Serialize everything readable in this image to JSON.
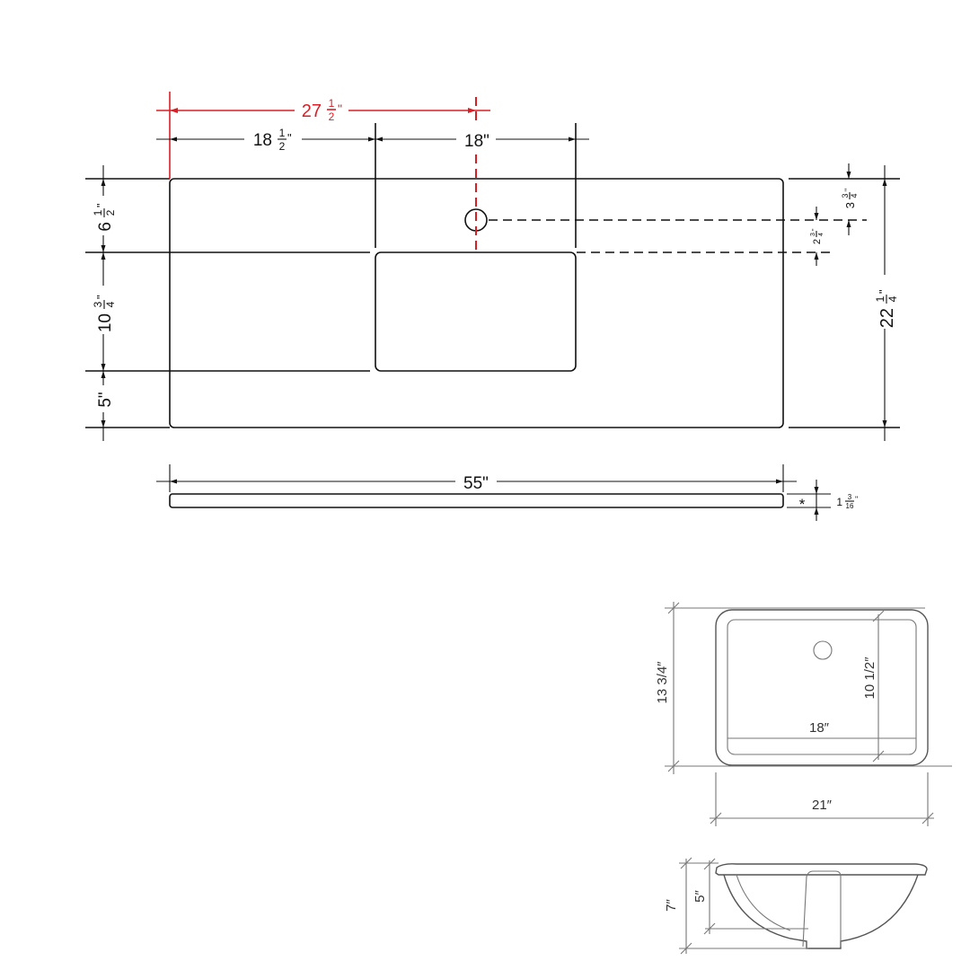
{
  "countertop": {
    "dims": {
      "sink_center": {
        "whole": "27",
        "num": "1",
        "den": "2",
        "unit": "\""
      },
      "left_to_sink": {
        "whole": "18",
        "num": "1",
        "den": "2",
        "unit": "\""
      },
      "sink_width": "18\"",
      "back_to_sink": {
        "whole": "6",
        "num": "1",
        "den": "2",
        "unit": "\""
      },
      "sink_depth": {
        "whole": "10",
        "num": "3",
        "den": "4",
        "unit": "\""
      },
      "front_margin": "5\"",
      "overall_depth": {
        "whole": "22",
        "num": "1",
        "den": "4",
        "unit": "\""
      },
      "faucet_from_back": {
        "whole": "3",
        "num": "3",
        "den": "4",
        "unit": "\""
      },
      "faucet_to_sink": {
        "whole": "2",
        "num": "3",
        "den": "4",
        "unit": "\""
      },
      "overall_width": "55\"",
      "thickness": {
        "whole": "1",
        "num": "3",
        "den": "16",
        "unit": "\""
      },
      "thickness_note": "*"
    }
  },
  "sink_detail": {
    "depth_outer": "13 3/4″",
    "depth_inner": "10 1/2″",
    "width_inner": "18″",
    "width_outer": "21″",
    "height_total": "7″",
    "height_bowl": "5″"
  },
  "colors": {
    "line": "#111111",
    "highlight": "#d91f26",
    "detail": "#777777"
  }
}
